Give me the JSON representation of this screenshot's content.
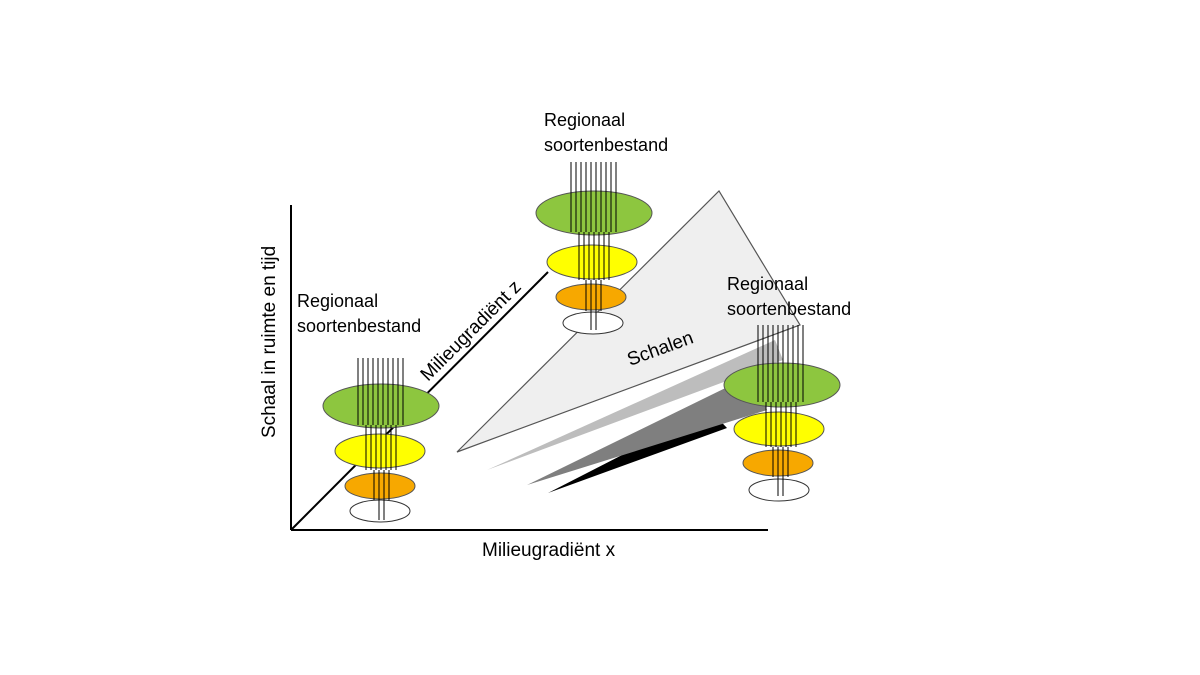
{
  "axes": {
    "x_label": "Milieugradiënt x",
    "y_label": "Schaal in ruimte en tijd",
    "z_label": "Milieugradiënt z"
  },
  "planes_label": "Schalen",
  "pools": [
    {
      "label_line1": "Regionaal",
      "label_line2": "soortenbestand"
    },
    {
      "label_line1": "Regionaal",
      "label_line2": "soortenbestand"
    },
    {
      "label_line1": "Regionaal",
      "label_line2": "soortenbestand"
    }
  ],
  "colors": {
    "green": "#8dc63f",
    "yellow": "#ffff00",
    "orange": "#f7a800",
    "white": "#ffffff",
    "plane_light": "#efefef",
    "plane_mid": "#bdbdbd",
    "plane_dark": "#7f7f7f",
    "plane_black": "#000000"
  }
}
